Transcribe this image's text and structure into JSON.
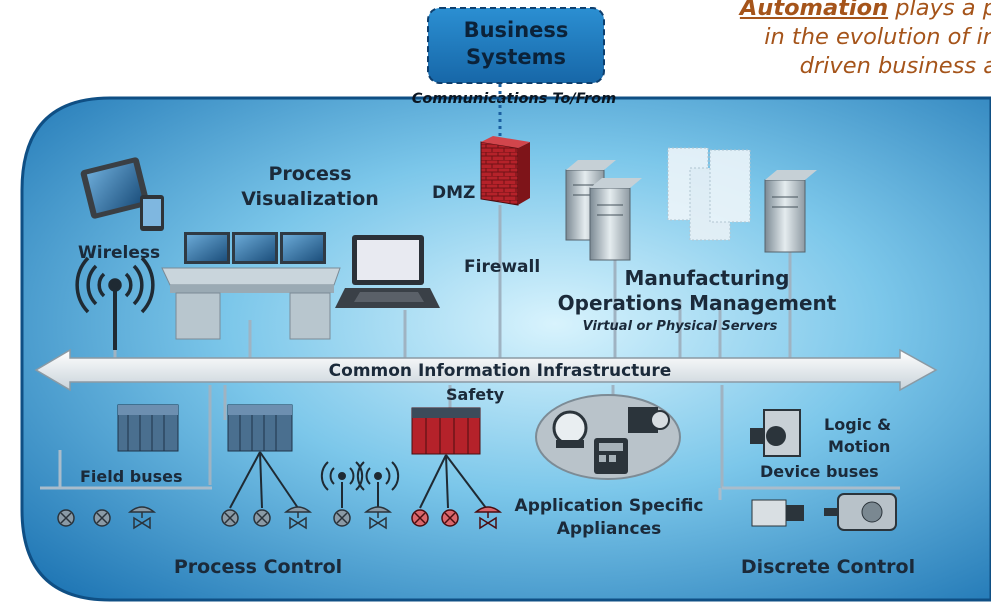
{
  "intro": {
    "emphasis": "Automation",
    "line1_rest": " plays a p",
    "line2": "in the evolution of in",
    "line3": "driven business a"
  },
  "business": {
    "line1": "Business",
    "line2": "Systems",
    "comms": "Communications To/From"
  },
  "labels": {
    "process_visualization_1": "Process",
    "process_visualization_2": "Visualization",
    "dmz": "DMZ",
    "firewall": "Firewall",
    "wireless": "Wireless",
    "mom_1": "Manufacturing",
    "mom_2": "Operations Management",
    "mom_sub": "Virtual or Physical Servers",
    "infrastructure": "Common Information Infrastructure",
    "safety": "Safety",
    "field_buses": "Field buses",
    "logic_motion_1": "Logic &",
    "logic_motion_2": "Motion",
    "device_buses": "Device buses",
    "appliances_1": "Application Specific",
    "appliances_2": "Appliances",
    "process_control": "Process Control",
    "discrete_control": "Discrete Control"
  },
  "colors": {
    "panel_dark": "#1f7ab8",
    "panel_light": "#cfeefb",
    "label_text": "#1b2a3a",
    "accent_orange": "#a5541a",
    "firewall_red": "#b5222a"
  }
}
